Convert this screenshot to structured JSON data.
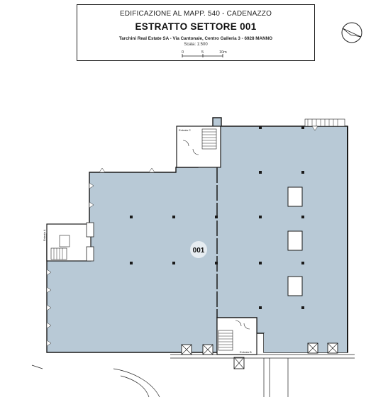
{
  "header": {
    "line1": "EDIFICAZIONE AL MAPP. 540 - CADENAZZO",
    "line2": "ESTRATTO SETTORE 001",
    "line3": "Tarchini Real Estate SA - Via Cantonale, Centro Galleria 3 - 6928 MANNO",
    "scale_label": "Scala: 1:500",
    "scale_ticks": [
      "0",
      "5",
      "10m"
    ]
  },
  "north_arrow": {
    "icon": "north-arrow-icon"
  },
  "plan": {
    "sector_label": "001",
    "stair_labels": {
      "a": "Entrata A",
      "b": "Entrata B",
      "c": "Entrata C"
    },
    "colors": {
      "floor_fill": "#b8c9d6",
      "wall": "#1a1a1a"
    }
  }
}
